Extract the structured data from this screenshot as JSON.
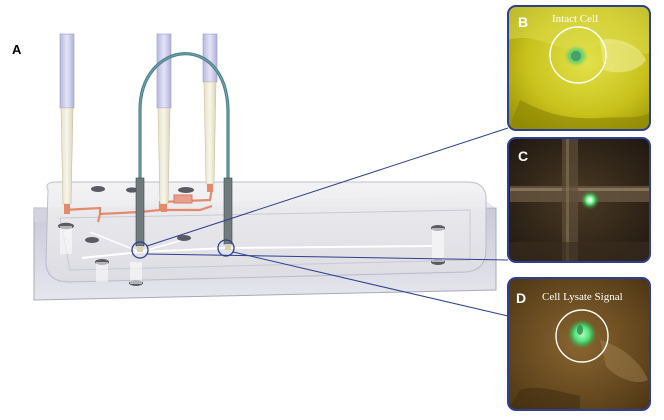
{
  "panels": {
    "a": {
      "letter": "A"
    },
    "b": {
      "letter": "B",
      "caption": "Intact Cell"
    },
    "c": {
      "letter": "C"
    },
    "d": {
      "letter": "D",
      "caption": "Cell Lysate Signal"
    }
  },
  "colors": {
    "frame": "#2e3f8f",
    "channel": "#e48a6c",
    "tubing": "#4b7f88",
    "probe": "#c8c8e8",
    "glow": "#66ff99"
  }
}
